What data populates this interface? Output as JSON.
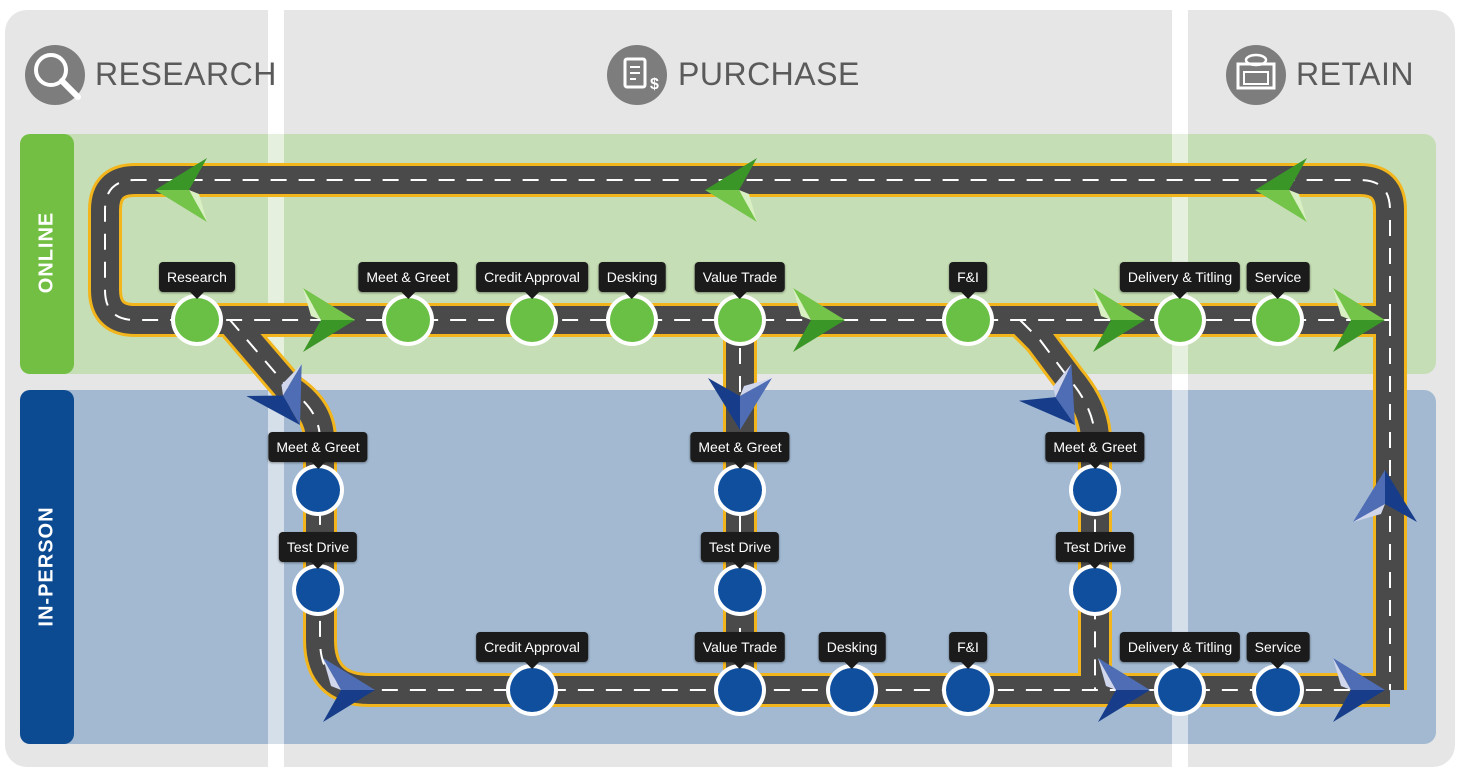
{
  "phases": {
    "research": {
      "label": "RESEARCH",
      "icon": "magnifier-icon"
    },
    "purchase": {
      "label": "PURCHASE",
      "icon": "document-dollar-icon"
    },
    "retain": {
      "label": "RETAIN",
      "icon": "storefront-icon"
    }
  },
  "lanes": {
    "online": "ONLINE",
    "in_person": "IN-PERSON"
  },
  "colors": {
    "online_stop": "#6abf45",
    "inperson_stop": "#0f4f9e",
    "online_band": "#c6deb5",
    "inperson_band": "#a2b9d1",
    "online_label": "#72bf44",
    "inperson_label": "#0c4a92",
    "road": "#4a4a4a",
    "road_edge": "#f2b51b"
  },
  "online_stops": [
    {
      "label": "Research"
    },
    {
      "label": "Meet & Greet"
    },
    {
      "label": "Credit Approval"
    },
    {
      "label": "Desking"
    },
    {
      "label": "Value Trade"
    },
    {
      "label": "F&I"
    },
    {
      "label": "Delivery & Titling"
    },
    {
      "label": "Service"
    }
  ],
  "inperson_stops": [
    {
      "label": "Meet & Greet"
    },
    {
      "label": "Test Drive"
    },
    {
      "label": "Meet & Greet"
    },
    {
      "label": "Test Drive"
    },
    {
      "label": "Meet & Greet"
    },
    {
      "label": "Test Drive"
    },
    {
      "label": "Credit Approval"
    },
    {
      "label": "Value Trade"
    },
    {
      "label": "Desking"
    },
    {
      "label": "F&I"
    },
    {
      "label": "Delivery & Titling"
    },
    {
      "label": "Service"
    }
  ]
}
